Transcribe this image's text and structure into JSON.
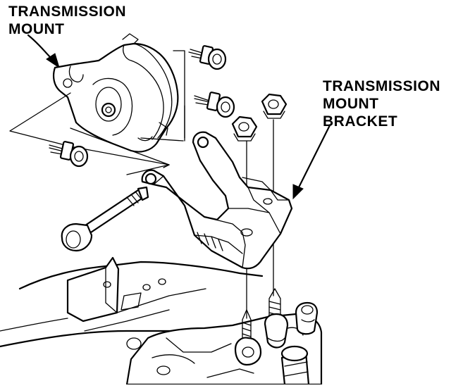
{
  "labels": {
    "transmission_mount": [
      "TRANSMISSION",
      "MOUNT"
    ],
    "transmission_mount_bracket": [
      "TRANSMISSION",
      "MOUNT",
      "BRACKET"
    ]
  },
  "colors": {
    "ink": "#000000",
    "paper": "#ffffff"
  }
}
